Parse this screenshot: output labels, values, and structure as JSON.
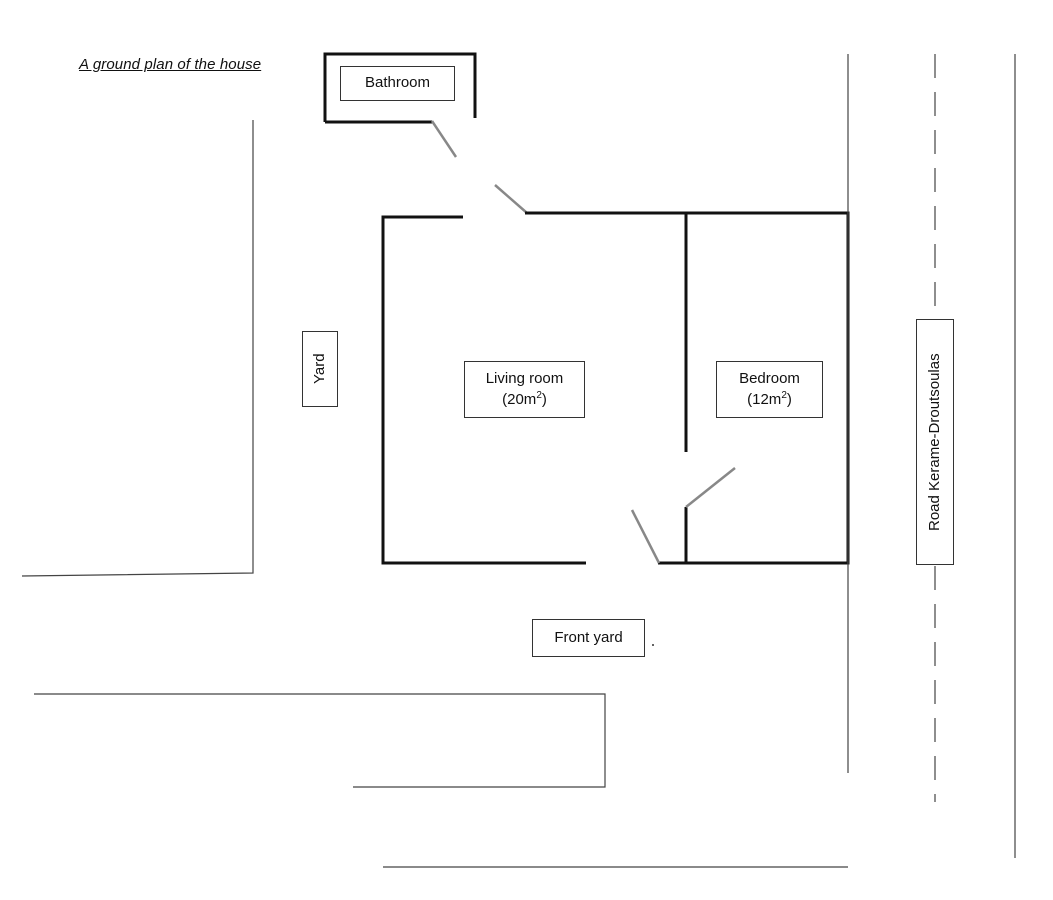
{
  "title": "A ground plan of the house",
  "rooms": {
    "bathroom": "Bathroom",
    "living_room": {
      "name": "Living room",
      "area": "(20m",
      "area_exp": "2",
      "area_close": ")"
    },
    "bedroom": {
      "name": "Bedroom",
      "area": "(12m",
      "area_exp": "2",
      "area_close": ")"
    }
  },
  "areas": {
    "yard": "Yard",
    "front_yard": "Front yard",
    "road": "Road Kerame-Droutsoulas"
  },
  "colors": {
    "wall": "#111111",
    "door": "#888888",
    "boundary": "#444444"
  }
}
